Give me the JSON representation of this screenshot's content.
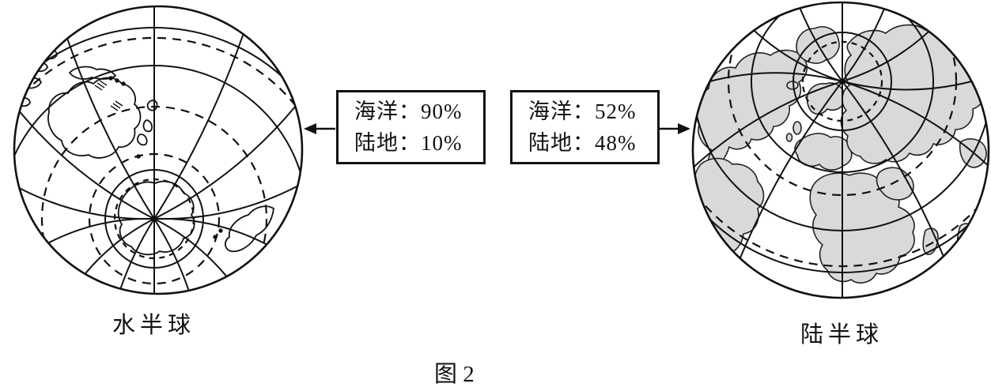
{
  "figure": {
    "caption": "图 2"
  },
  "hemispheres": {
    "water": {
      "label": "水半球",
      "box": {
        "line1": "海洋：90%",
        "line2": "陆地：10%"
      },
      "stats": {
        "ocean_pct": "90%",
        "land_pct": "10%"
      }
    },
    "land": {
      "label": "陆半球",
      "box": {
        "line1": "海洋：52%",
        "line2": "陆地：48%"
      },
      "stats": {
        "ocean_pct": "52%",
        "land_pct": "48%"
      }
    }
  },
  "colors": {
    "line": "#111111",
    "land_fill_shaded": "#d9d9d9",
    "background": "#ffffff"
  }
}
